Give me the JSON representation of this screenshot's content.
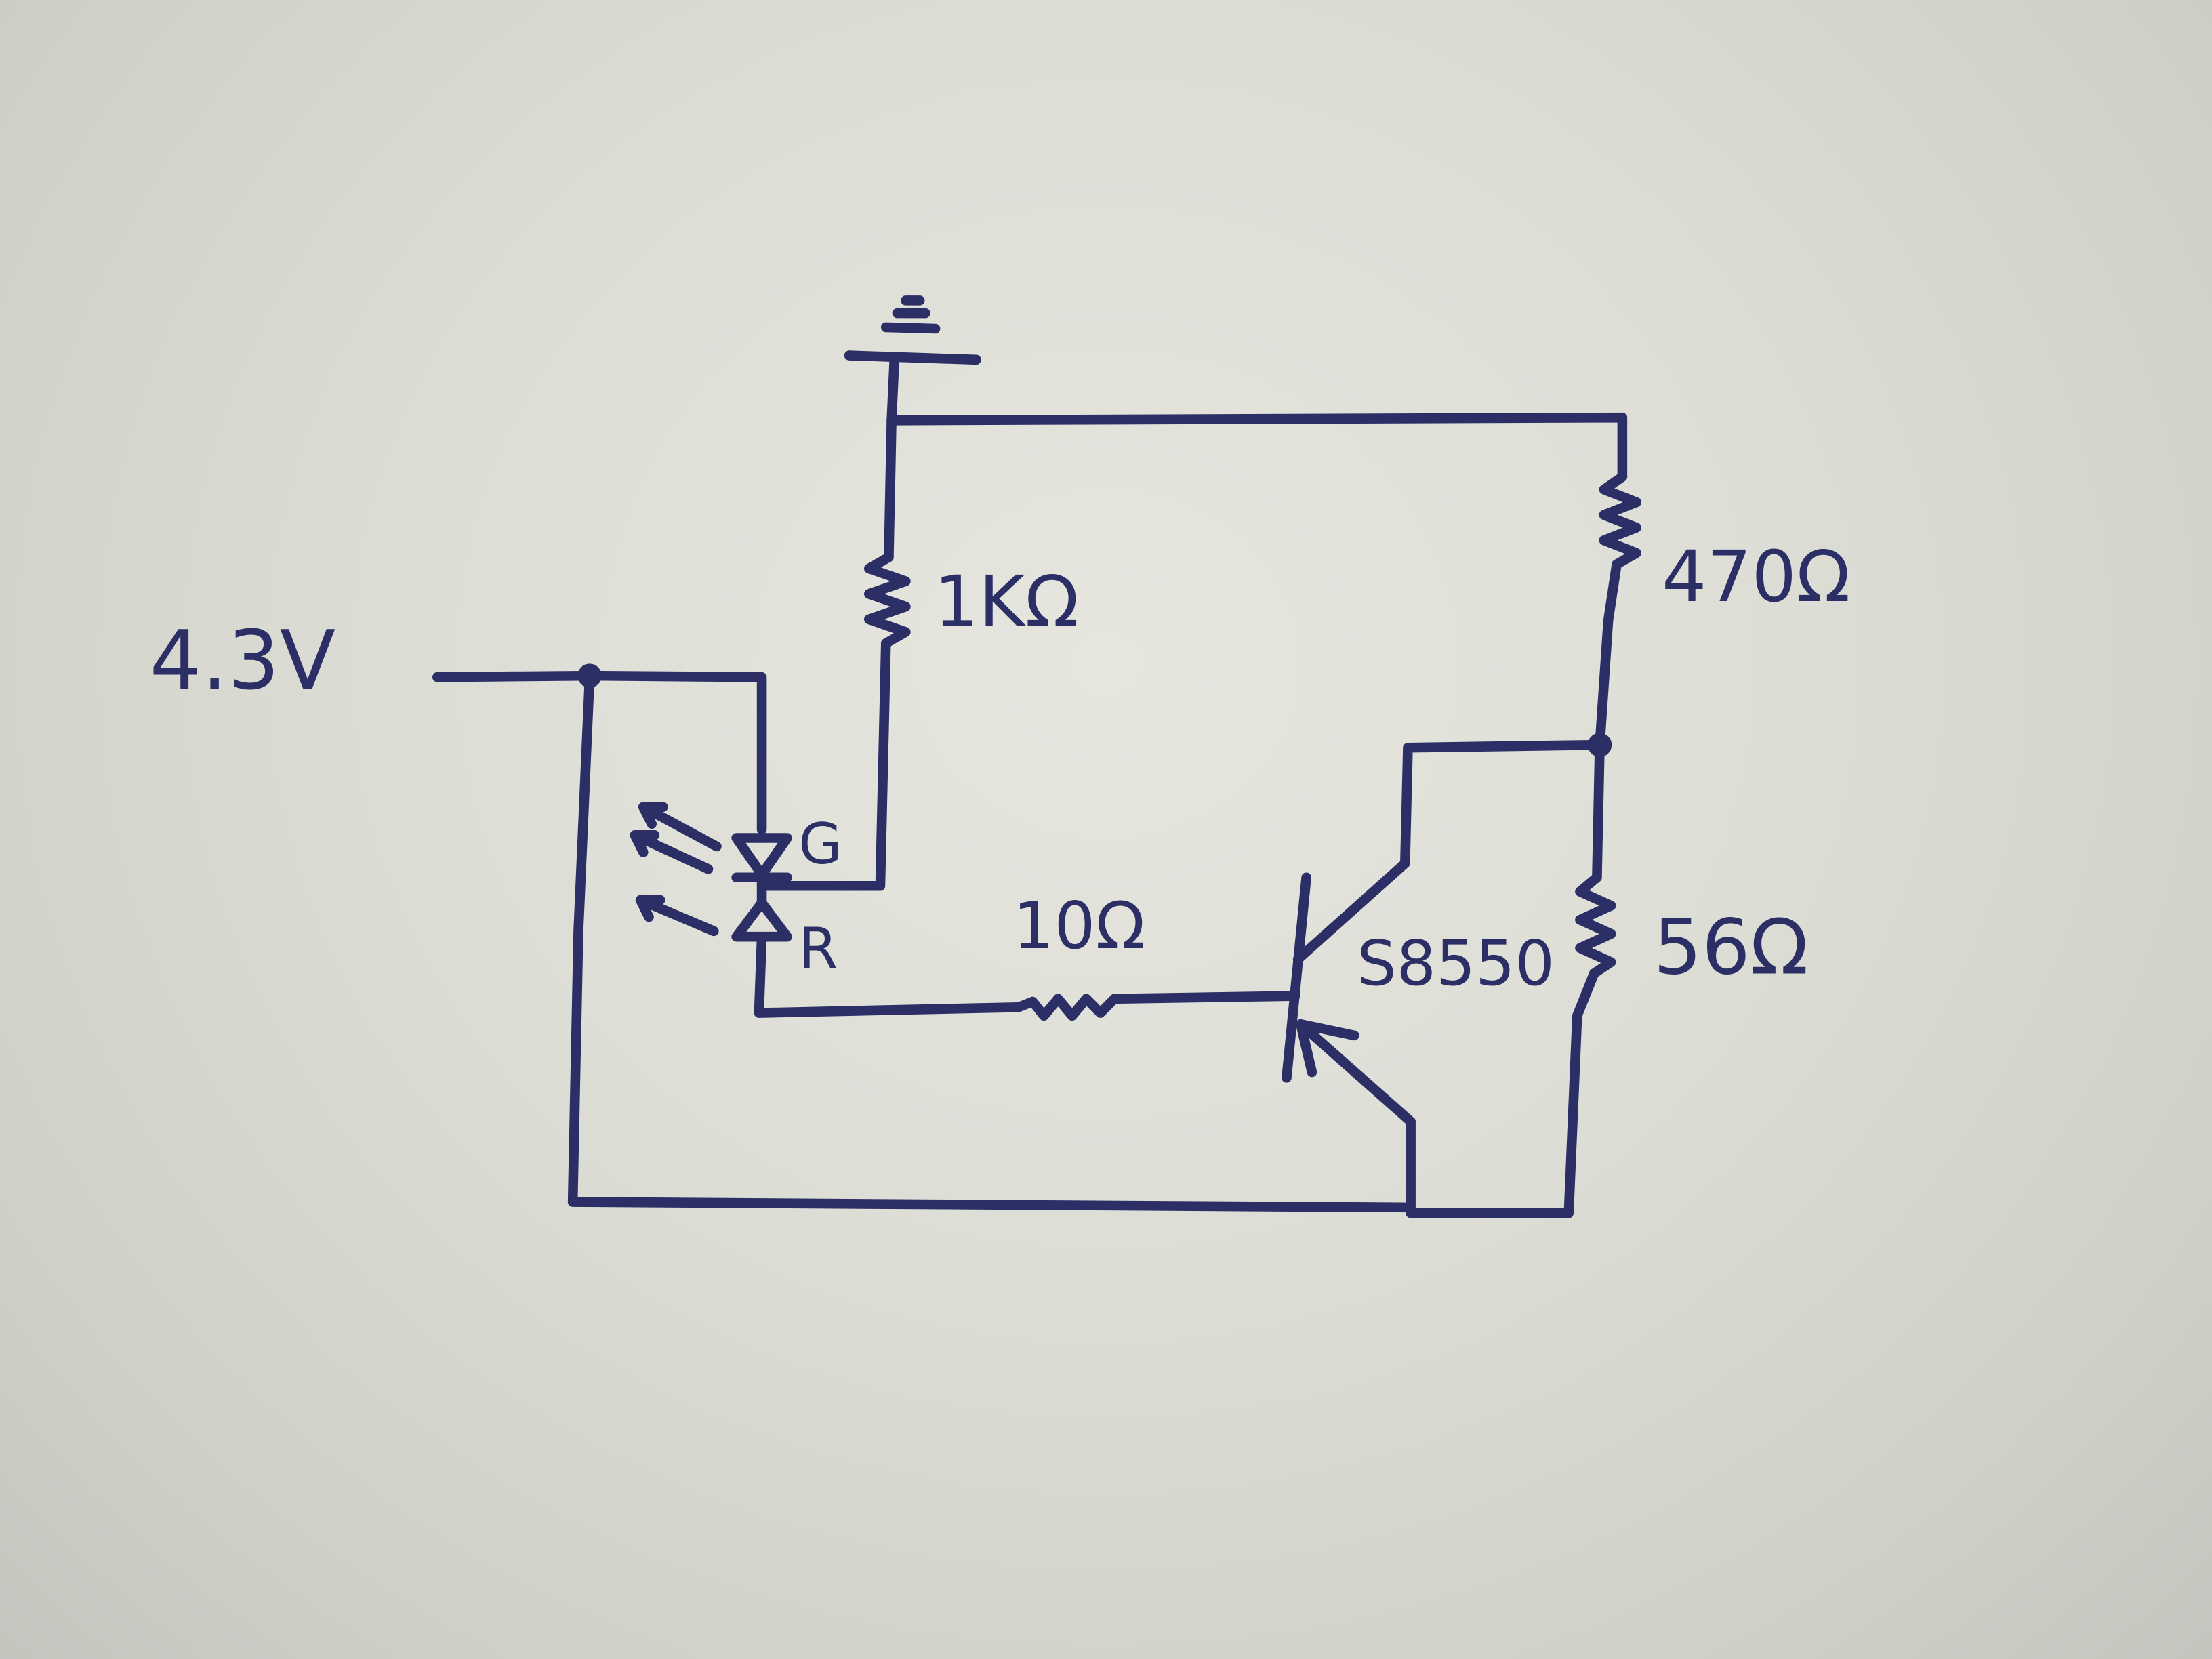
{
  "diagram": {
    "ink_color": "#2b2f66",
    "paper_color": "#dddeD6",
    "labels": {
      "supply_voltage": "4.3V",
      "r_gate": "1KΩ",
      "r_top": "470Ω",
      "r_base": "10Ω",
      "r_bottom": "56Ω",
      "transistor": "S8550",
      "led_green": "G",
      "led_red": "R"
    },
    "components": [
      {
        "kind": "ground-symbol"
      },
      {
        "kind": "resistor",
        "value_key": "r_gate"
      },
      {
        "kind": "resistor",
        "value_key": "r_top"
      },
      {
        "kind": "resistor",
        "value_key": "r_base"
      },
      {
        "kind": "resistor",
        "value_key": "r_bottom"
      },
      {
        "kind": "bicolor-led",
        "pins": [
          "G",
          "R"
        ]
      },
      {
        "kind": "pnp-transistor",
        "value_key": "transistor"
      }
    ]
  }
}
